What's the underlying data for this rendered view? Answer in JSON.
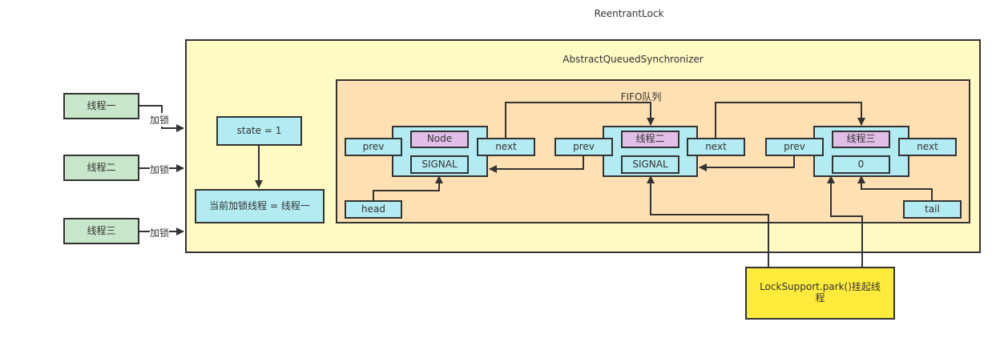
{
  "title": "ReentrantLock",
  "aqs_label": "AbstractQueuedSynchronizer",
  "fifo_label": "FIFO队列",
  "threads": [
    {
      "name": "线程一",
      "action": "加锁"
    },
    {
      "name": "线程二",
      "action": "加锁"
    },
    {
      "name": "线程三",
      "action": "加锁"
    }
  ],
  "state_label": "state = 1",
  "owner_label": "当前加锁线程 = 线程一",
  "nodes": [
    {
      "prev": "prev",
      "name": "Node",
      "status": "SIGNAL",
      "next": "next"
    },
    {
      "prev": "prev",
      "name": "线程二",
      "status": "SIGNAL",
      "next": "next"
    },
    {
      "prev": "prev",
      "name": "线程三",
      "status": "0",
      "next": "next"
    }
  ],
  "head_label": "head",
  "tail_label": "tail",
  "park_label": "LockSupport.park()挂起线程"
}
